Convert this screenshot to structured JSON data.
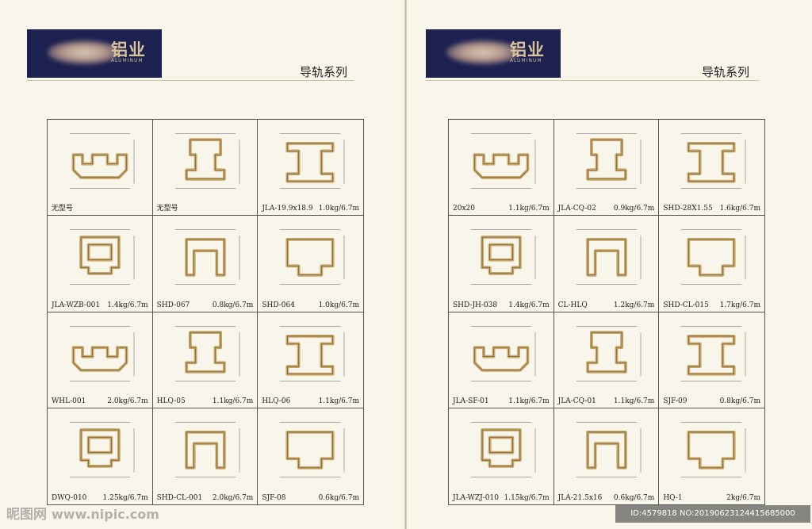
{
  "brand": {
    "text": "铝业",
    "sub": "ALUMINUM"
  },
  "section_title": "导轨系列",
  "left_page": {
    "items": [
      {
        "code": "无型号",
        "weight": ""
      },
      {
        "code": "无型号",
        "weight": ""
      },
      {
        "code": "JLA-19.9x18.9",
        "weight": "1.0kg/6.7m"
      },
      {
        "code": "JLA-WZB-001",
        "weight": "1.4kg/6.7m"
      },
      {
        "code": "SHD-067",
        "weight": "0.8kg/6.7m"
      },
      {
        "code": "SHD-064",
        "weight": "1.0kg/6.7m"
      },
      {
        "code": "WHL-001",
        "weight": "2.0kg/6.7m"
      },
      {
        "code": "HLQ-05",
        "weight": "1.1kg/6.7m"
      },
      {
        "code": "HLQ-06",
        "weight": "1.1kg/6.7m"
      },
      {
        "code": "DWQ-010",
        "weight": "1.25kg/6.7m"
      },
      {
        "code": "SHD-CL-001",
        "weight": "2.0kg/6.7m"
      },
      {
        "code": "SJF-08",
        "weight": "0.6kg/6.7m"
      }
    ]
  },
  "right_page": {
    "items": [
      {
        "code": "20x20",
        "weight": "1.1kg/6.7m"
      },
      {
        "code": "JLA-CQ-02",
        "weight": "0.9kg/6.7m"
      },
      {
        "code": "SHD-28X1.55",
        "weight": "1.6kg/6.7m"
      },
      {
        "code": "SHD-JH-038",
        "weight": "1.4kg/6.7m"
      },
      {
        "code": "CL-HLQ",
        "weight": "1.2kg/6.7m"
      },
      {
        "code": "SHD-CL-015",
        "weight": "1.7kg/6.7m"
      },
      {
        "code": "JLA-SF-01",
        "weight": "1.1kg/6.7m"
      },
      {
        "code": "JLA-CQ-01",
        "weight": "1.1kg/6.7m"
      },
      {
        "code": "SJF-09",
        "weight": "0.8kg/6.7m"
      },
      {
        "code": "JLA-WZJ-010",
        "weight": "1.15kg/6.7m"
      },
      {
        "code": "JLA-21.5x16",
        "weight": "0.6kg/6.7m"
      },
      {
        "code": "HQ-1",
        "weight": "2kg/6.7m"
      }
    ]
  },
  "watermark": {
    "left": "昵图网",
    "url": "www.nipic.com",
    "right": "ID:4579818 NO:20190623124415685000"
  },
  "colors": {
    "profile": "#c9a86a",
    "profile_stroke": "#6b5530",
    "logo_bg": "#1c2150"
  }
}
